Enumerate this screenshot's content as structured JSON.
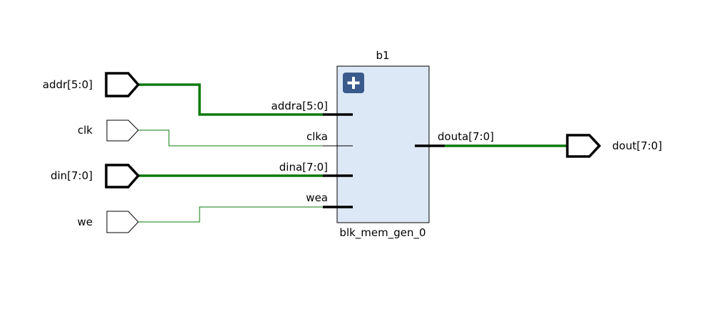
{
  "colors": {
    "wire": "#0b7a0b",
    "block_fill": "#dde8f6",
    "block_stroke": "#000000",
    "expand_button": "#3a5a8c"
  },
  "block": {
    "instance_name": "b1",
    "cell_name": "blk_mem_gen_0",
    "expand_icon": "plus-icon"
  },
  "ports": {
    "addr": "addr[5:0]",
    "clk": "clk",
    "din": "din[7:0]",
    "we": "we",
    "dout": "dout[7:0]"
  },
  "pins": {
    "addra": "addra[5:0]",
    "clka": "clka",
    "dina": "dina[7:0]",
    "wea": "wea",
    "douta": "douta[7:0]"
  }
}
